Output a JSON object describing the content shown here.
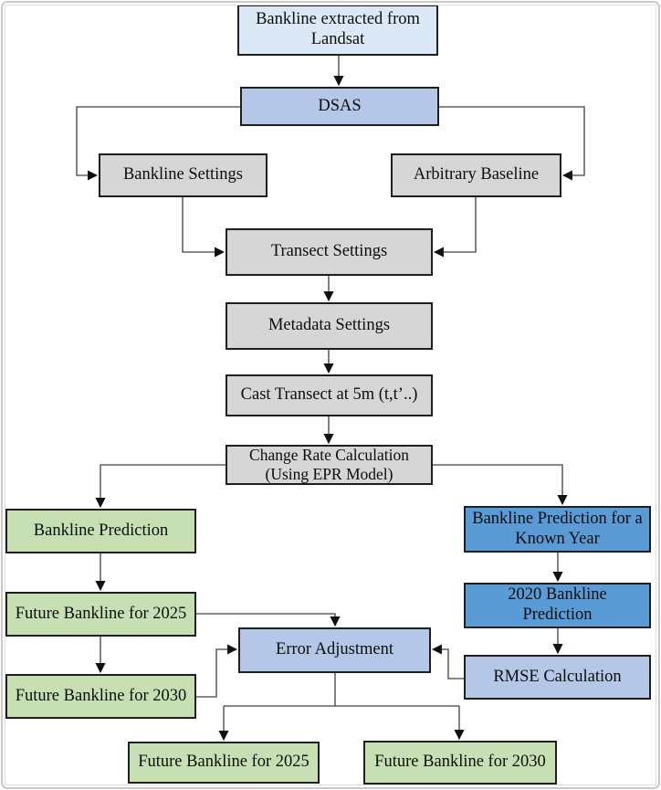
{
  "diagram": {
    "type": "flowchart",
    "nodes": {
      "extracted": {
        "label": "Bankline extracted from Landsat"
      },
      "dsas": {
        "label": "DSAS"
      },
      "bankline_settings": {
        "label": "Bankline Settings"
      },
      "arbitrary_baseline": {
        "label": "Arbitrary Baseline"
      },
      "transect_settings": {
        "label": "Transect Settings"
      },
      "metadata_settings": {
        "label": "Metadata Settings"
      },
      "cast_transect": {
        "label": "Cast Transect at 5m (t,t’..)"
      },
      "change_rate": {
        "label": "Change Rate Calculation (Using EPR Model)"
      },
      "bankline_prediction": {
        "label": "Bankline Prediction"
      },
      "future_2025_left": {
        "label": "Future Bankline for 2025"
      },
      "future_2030_left": {
        "label": "Future Bankline for 2030"
      },
      "known_year": {
        "label": "Bankline Prediction for a Known Year"
      },
      "prediction_2020": {
        "label": "2020 Bankline Prediction"
      },
      "rmse": {
        "label": "RMSE Calculation"
      },
      "error_adjustment": {
        "label": "Error Adjustment"
      },
      "future_2025_bottom": {
        "label": "Future Bankline for 2025"
      },
      "future_2030_bottom": {
        "label": "Future Bankline for 2030"
      }
    },
    "colors": {
      "light_blue": "#dbe9f6",
      "periwinkle": "#b4c7e7",
      "gray": "#d6d6d6",
      "green": "#c6e0b4",
      "blue": "#5b9bd5",
      "line": "#404040",
      "box_border": "#1f1f1f",
      "frame": "#c9c9c9"
    }
  }
}
